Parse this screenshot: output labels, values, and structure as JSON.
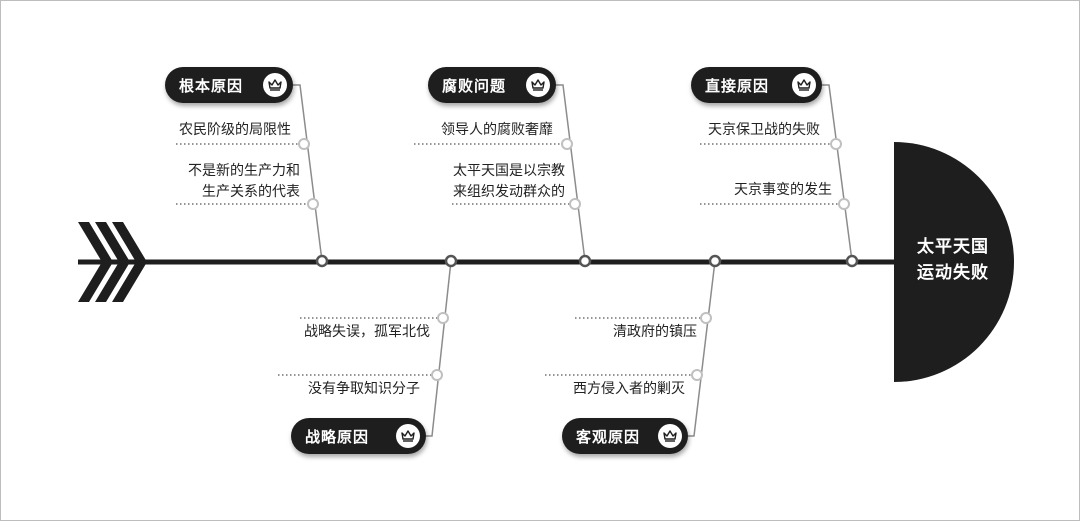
{
  "head": {
    "line1": "太平天国",
    "line2": "运动失败"
  },
  "branches": [
    {
      "label": "根本原因",
      "icon": "crown-icon",
      "causes": [
        {
          "lines": [
            "农民阶级的局限性"
          ]
        },
        {
          "lines": [
            "不是新的生产力和",
            "生产关系的代表"
          ]
        }
      ]
    },
    {
      "label": "腐败问题",
      "icon": "crown-icon",
      "causes": [
        {
          "lines": [
            "领导人的腐败奢靡"
          ]
        },
        {
          "lines": [
            "太平天国是以宗教",
            "来组织发动群众的"
          ]
        }
      ]
    },
    {
      "label": "直接原因",
      "icon": "crown-icon",
      "causes": [
        {
          "lines": [
            "天京保卫战的失败"
          ]
        },
        {
          "lines": [
            "天京事变的发生"
          ]
        }
      ]
    },
    {
      "label": "战略原因",
      "icon": "crown-icon",
      "causes": [
        {
          "lines": [
            "战略失误，孤军北伐"
          ]
        },
        {
          "lines": [
            "没有争取知识分子"
          ]
        }
      ]
    },
    {
      "label": "客观原因",
      "icon": "crown-icon",
      "causes": [
        {
          "lines": [
            "清政府的镇压"
          ]
        },
        {
          "lines": [
            "西方侵入者的剿灭"
          ]
        }
      ]
    }
  ],
  "colors": {
    "spine": "#1e1e1e",
    "pill": "#1e1e1e",
    "head": "#1e1e1e",
    "bone": "#8c8c8c",
    "node": "#c0c0c0"
  }
}
